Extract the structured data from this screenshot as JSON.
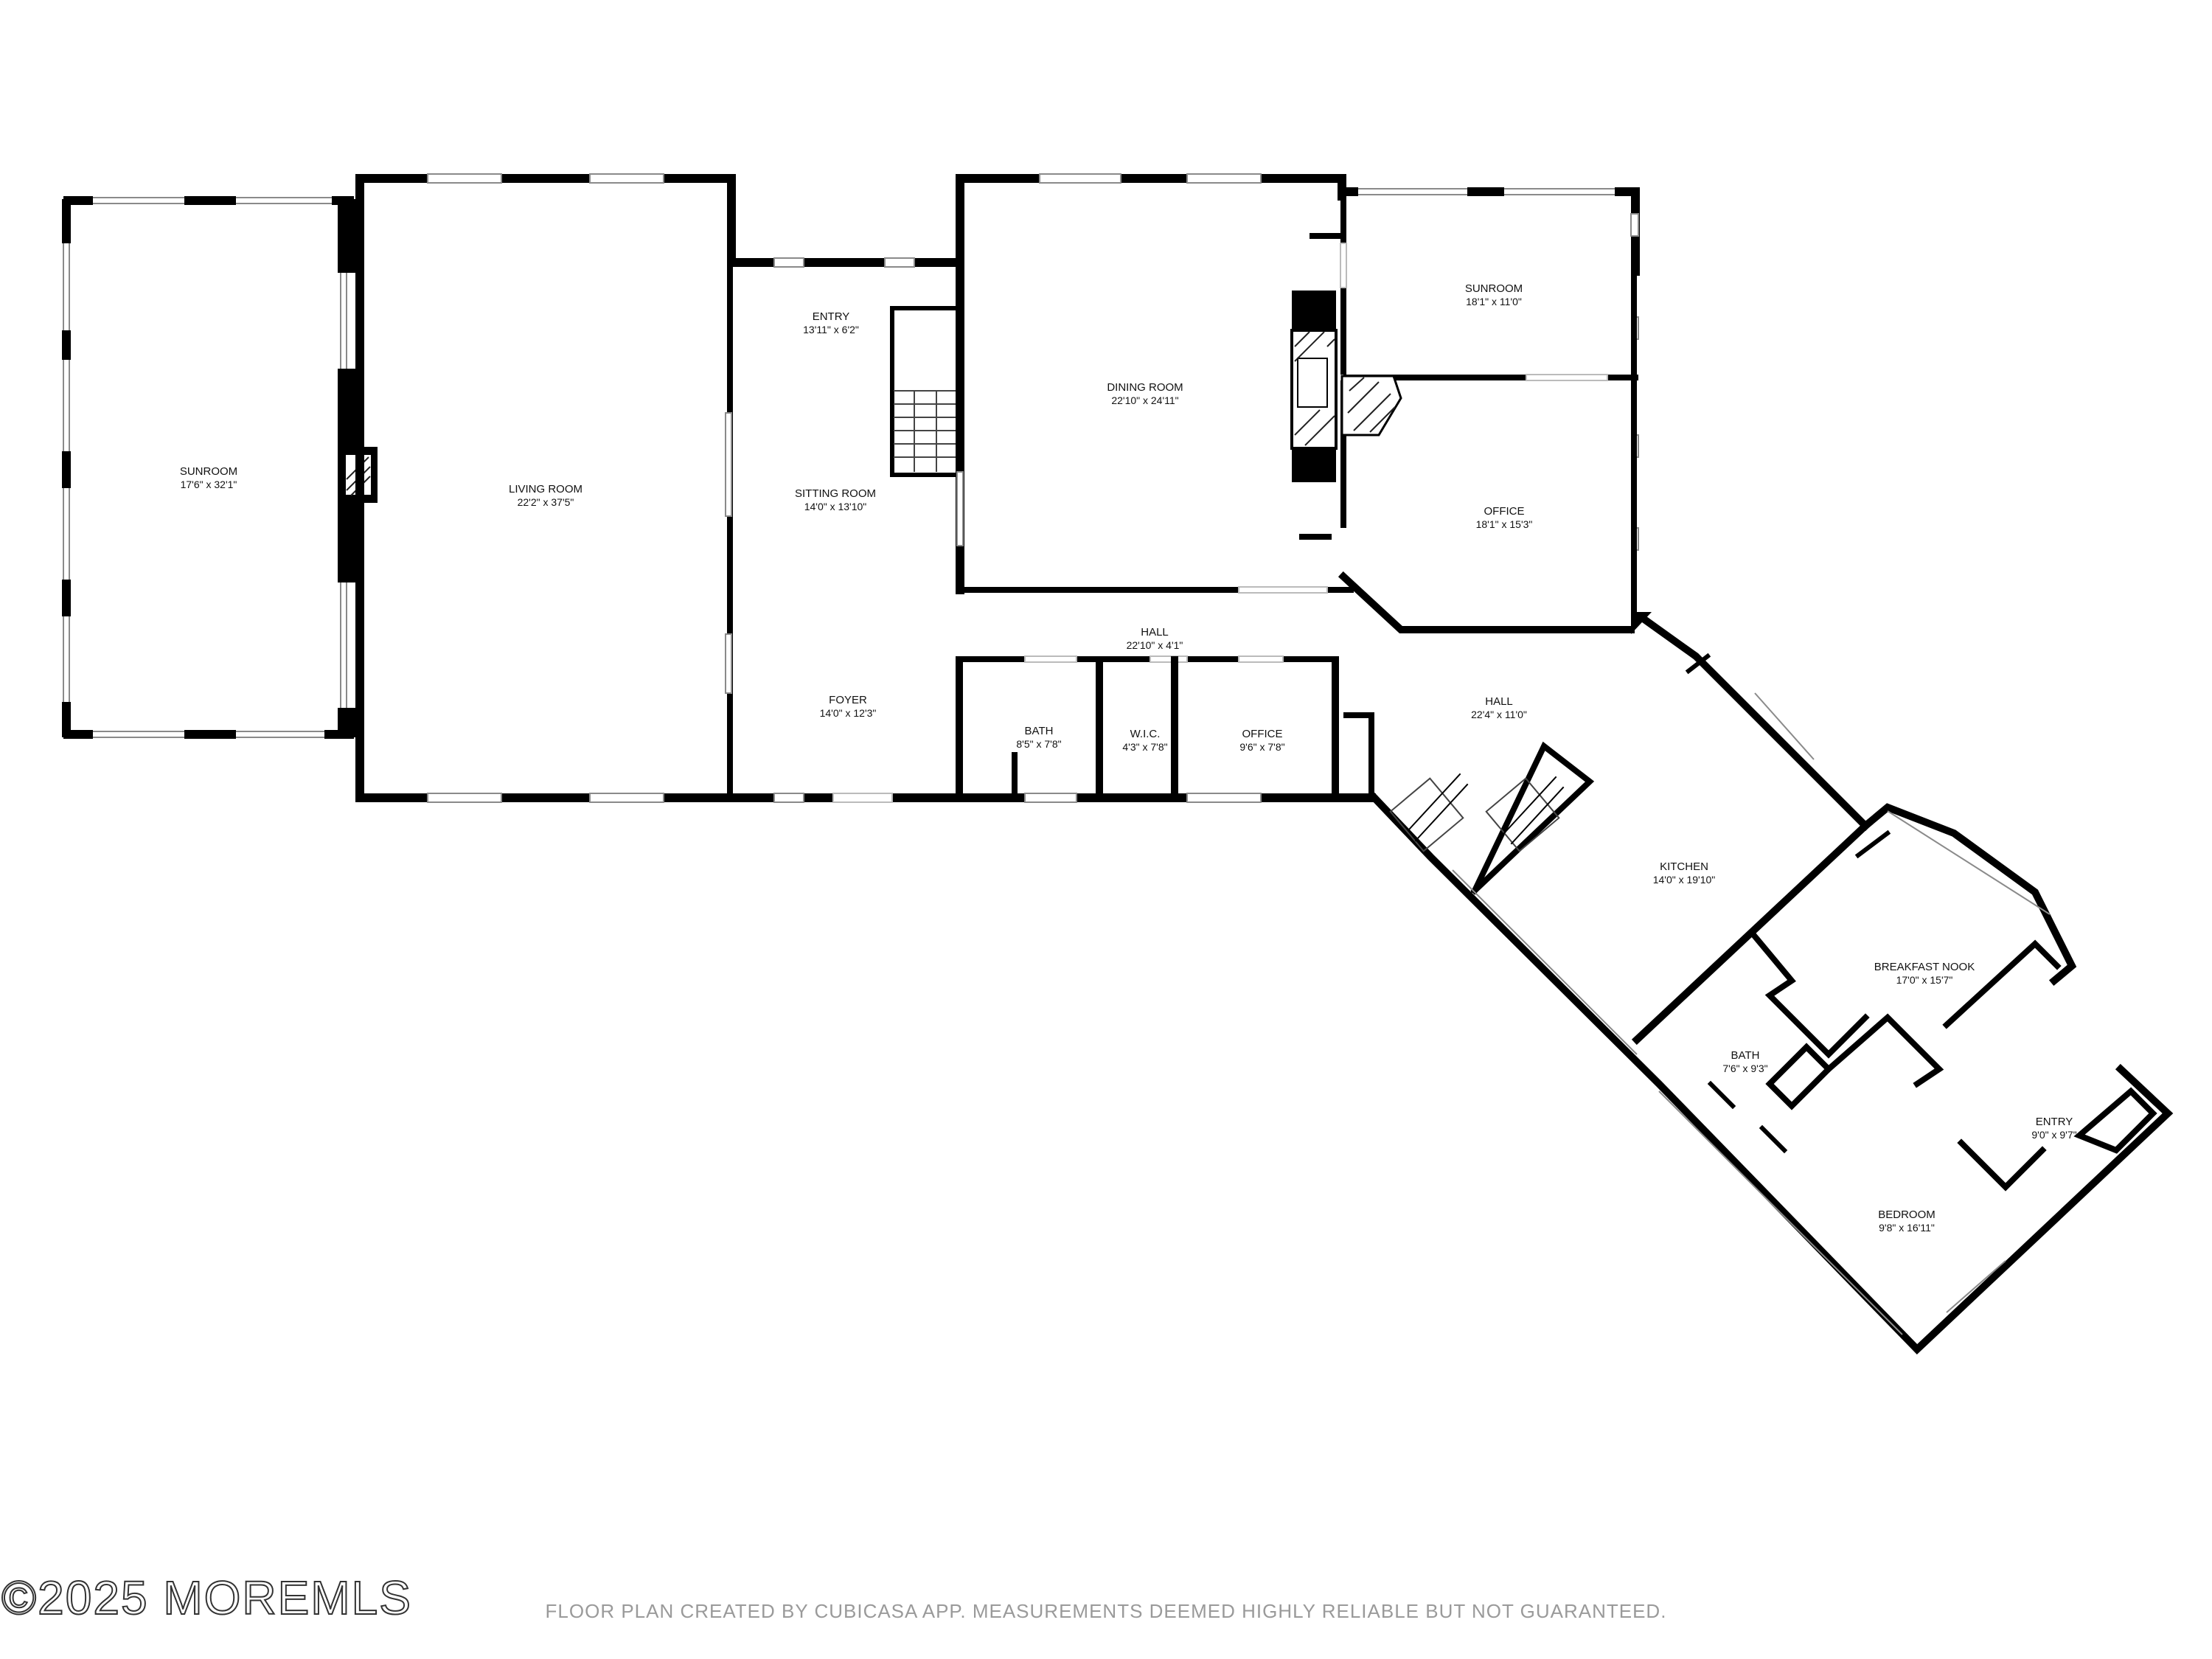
{
  "rooms": [
    {
      "id": "sunroom-left",
      "name": "SUNROOM",
      "dims": "17'6\" x 32'1\""
    },
    {
      "id": "living-room",
      "name": "LIVING ROOM",
      "dims": "22'2\" x 37'5\""
    },
    {
      "id": "entry-1",
      "name": "ENTRY",
      "dims": "13'11\" x 6'2\""
    },
    {
      "id": "sitting-room",
      "name": "SITTING ROOM",
      "dims": "14'0\" x 13'10\""
    },
    {
      "id": "foyer",
      "name": "FOYER",
      "dims": "14'0\" x 12'3\""
    },
    {
      "id": "dining-room",
      "name": "DINING ROOM",
      "dims": "22'10\" x 24'11\""
    },
    {
      "id": "sunroom-right",
      "name": "SUNROOM",
      "dims": "18'1\" x 11'0\""
    },
    {
      "id": "office-1",
      "name": "OFFICE",
      "dims": "18'1\" x 15'3\""
    },
    {
      "id": "hall-1",
      "name": "HALL",
      "dims": "22'10\" x 4'1\""
    },
    {
      "id": "bath-1",
      "name": "BATH",
      "dims": "8'5\" x 7'8\""
    },
    {
      "id": "wic",
      "name": "W.I.C.",
      "dims": "4'3\" x 7'8\""
    },
    {
      "id": "office-2",
      "name": "OFFICE",
      "dims": "9'6\" x 7'8\""
    },
    {
      "id": "hall-2",
      "name": "HALL",
      "dims": "22'4\" x 11'0\""
    },
    {
      "id": "kitchen",
      "name": "KITCHEN",
      "dims": "14'0\" x 19'10\""
    },
    {
      "id": "breakfast-nook",
      "name": "BREAKFAST NOOK",
      "dims": "17'0\" x 15'7\""
    },
    {
      "id": "bath-2",
      "name": "BATH",
      "dims": "7'6\" x 9'3\""
    },
    {
      "id": "entry-2",
      "name": "ENTRY",
      "dims": "9'0\" x 9'7\""
    },
    {
      "id": "bedroom",
      "name": "BEDROOM",
      "dims": "9'8\" x 16'11\""
    }
  ],
  "footer": {
    "copyright": "©2025 MOREMLS",
    "disclaimer": "FLOOR PLAN CREATED BY CUBICASA APP. MEASUREMENTS DEEMED HIGHLY RELIABLE BUT NOT GUARANTEED."
  }
}
